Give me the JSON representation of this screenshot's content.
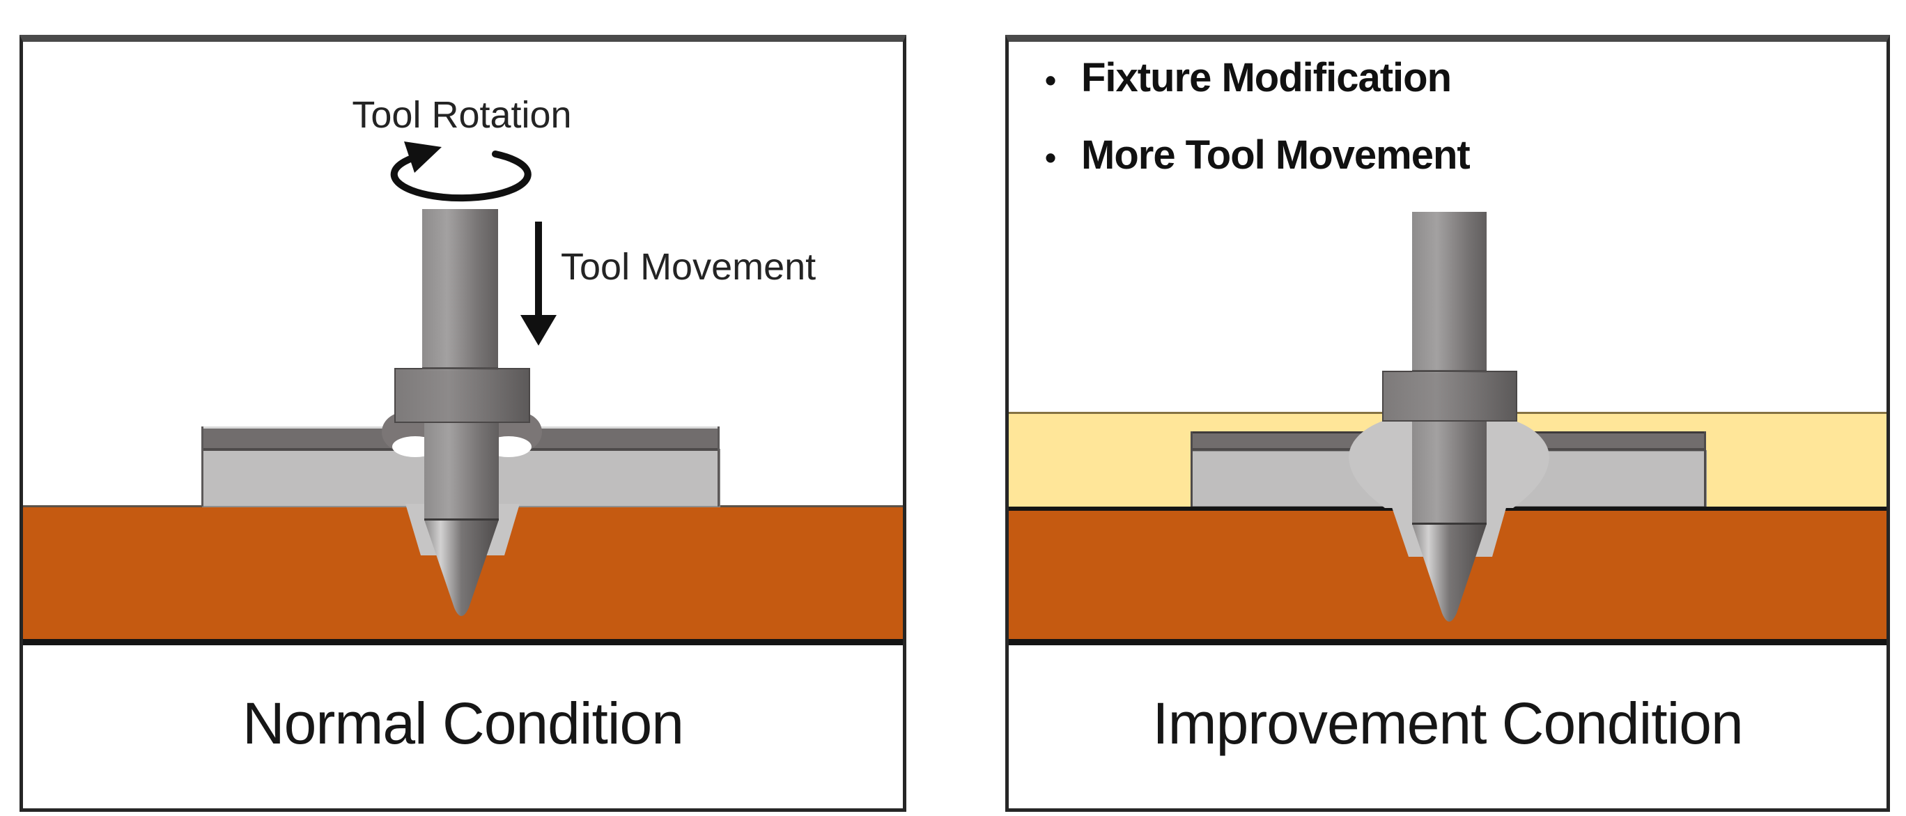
{
  "panels": {
    "left": {
      "caption": "Normal Condition",
      "annotations": {
        "tool_rotation": "Tool Rotation",
        "tool_movement": "Tool Movement"
      }
    },
    "right": {
      "caption": "Improvement Condition",
      "bullet_char": "•",
      "bullets": [
        "Fixture Modification",
        "More Tool Movement"
      ]
    }
  },
  "icons": {
    "rotation_arrow": "elliptical-ccw-rotation-arrow",
    "movement_arrow": "downward-arrow"
  },
  "colors": {
    "workpiece_orange": "#C55A11",
    "fixture_yellow": "#FFE699",
    "plate_light_gray": "#BFBEBE",
    "plate_dark_gray": "#716D6D",
    "tool_gray": "#7F7C7C",
    "backing_black": "#141414",
    "panel_border": "#262626"
  }
}
